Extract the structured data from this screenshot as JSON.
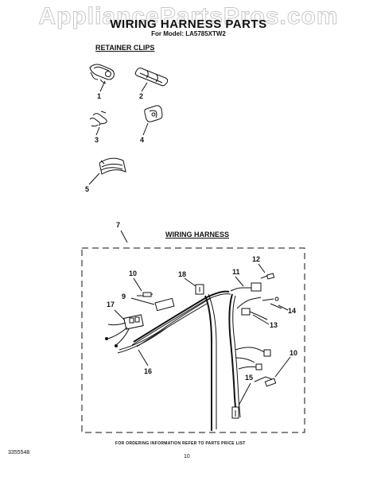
{
  "watermark": "AppliancePartsPros.com",
  "title": "WIRING HARNESS PARTS",
  "subtitle": "For Model: LA5785XTW2",
  "sections": {
    "retainer_clips": "RETAINER CLIPS",
    "wiring_harness": "WIRING HARNESS"
  },
  "callouts": [
    "1",
    "2",
    "3",
    "4",
    "5",
    "7",
    "10",
    "9",
    "17",
    "18",
    "11",
    "12",
    "14",
    "13",
    "16",
    "15",
    "10"
  ],
  "footer": {
    "ordering_note": "FOR ORDERING INFORMATION REFER TO PARTS PRICE LIST",
    "doc_number": "3355548",
    "page": "10"
  }
}
